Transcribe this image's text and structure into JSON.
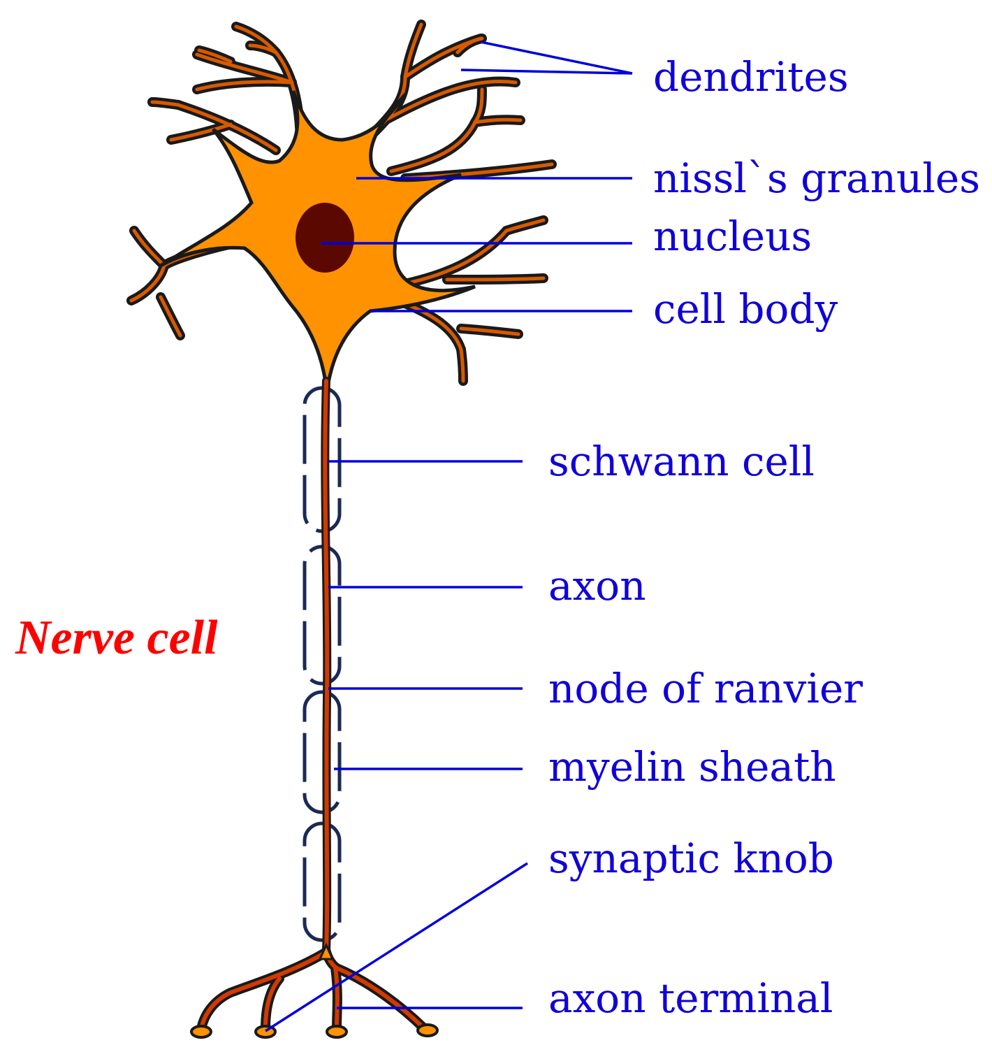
{
  "title": "Nerve cell",
  "labels": {
    "dendrites": "dendrites",
    "nissls_granules": "nissl`s granules",
    "nucleus": "nucleus",
    "cell_body": "cell body",
    "schwann_cell": "schwann cell",
    "axon": "axon",
    "node_of_ranvier": "node of ranvier",
    "myelin_sheath": "myelin sheath",
    "synaptic_knob": "synaptic  knob",
    "axon_terminal": "axon terminal"
  },
  "colors": {
    "cell_fill": "#FF9200",
    "outline": "#1a1a1a",
    "dendrite_core": "#D85A00",
    "nucleus": "#5A0800",
    "axon_core": "#D23A00",
    "sheath_outline": "#1b2a55",
    "leader_line": "#0000DD",
    "label_text": "#1000D8",
    "title_text": "#FF0000"
  }
}
